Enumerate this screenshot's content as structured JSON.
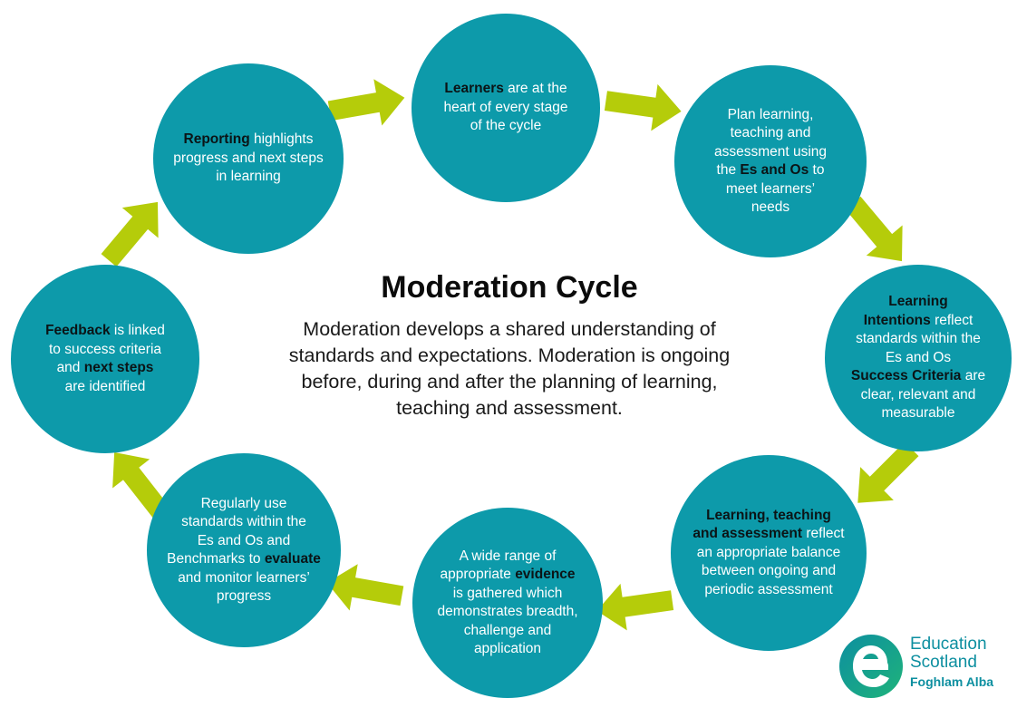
{
  "diagram": {
    "title": "Moderation Cycle",
    "description": "Moderation develops a shared understanding of standards and expectations. Moderation is ongoing before, during and after the planning of learning, teaching and assessment.",
    "colors": {
      "circle": "#0d9aaa",
      "arrow": "#b5cc0a",
      "emphasis_text": "#0b1416",
      "body_text": "#ffffff"
    },
    "nodes": [
      {
        "id": "learners",
        "lines": [
          [
            {
              "b": "Learners"
            },
            {
              "t": " are at the"
            }
          ],
          [
            {
              "t": "heart of every stage"
            }
          ],
          [
            {
              "t": "of the cycle"
            }
          ]
        ]
      },
      {
        "id": "plan",
        "lines": [
          [
            {
              "t": "Plan learning,"
            }
          ],
          [
            {
              "t": "teaching and"
            }
          ],
          [
            {
              "t": "assessment using"
            }
          ],
          [
            {
              "t": "the "
            },
            {
              "b": "Es and Os"
            },
            {
              "t": " to"
            }
          ],
          [
            {
              "t": "meet learners’"
            }
          ],
          [
            {
              "t": "needs"
            }
          ]
        ]
      },
      {
        "id": "intentions",
        "lines": [
          [
            {
              "b": "Learning"
            }
          ],
          [
            {
              "b": "Intentions"
            },
            {
              "t": " reflect"
            }
          ],
          [
            {
              "t": "standards within the"
            }
          ],
          [
            {
              "t": "Es and Os"
            }
          ],
          [
            {
              "b": "Success Criteria"
            },
            {
              "t": " are"
            }
          ],
          [
            {
              "t": "clear, relevant and"
            }
          ],
          [
            {
              "t": "measurable"
            }
          ]
        ]
      },
      {
        "id": "balance",
        "lines": [
          [
            {
              "b": "Learning, teaching"
            }
          ],
          [
            {
              "b": "and assessment"
            },
            {
              "t": " reflect"
            }
          ],
          [
            {
              "t": "an appropriate balance"
            }
          ],
          [
            {
              "t": "between ongoing and"
            }
          ],
          [
            {
              "t": "periodic assessment"
            }
          ]
        ]
      },
      {
        "id": "evidence",
        "lines": [
          [
            {
              "t": "A wide range of"
            }
          ],
          [
            {
              "t": "appropriate "
            },
            {
              "b": "evidence"
            }
          ],
          [
            {
              "t": "is gathered which"
            }
          ],
          [
            {
              "t": "demonstrates breadth,"
            }
          ],
          [
            {
              "t": "challenge and"
            }
          ],
          [
            {
              "t": "application"
            }
          ]
        ]
      },
      {
        "id": "evaluate",
        "lines": [
          [
            {
              "t": "Regularly use"
            }
          ],
          [
            {
              "t": "standards within the"
            }
          ],
          [
            {
              "t": "Es and Os and"
            }
          ],
          [
            {
              "t": "Benchmarks to "
            },
            {
              "b": "evaluate"
            }
          ],
          [
            {
              "t": "and monitor learners’"
            }
          ],
          [
            {
              "t": "progress"
            }
          ]
        ]
      },
      {
        "id": "feedback",
        "lines": [
          [
            {
              "b": "Feedback"
            },
            {
              "t": " is linked"
            }
          ],
          [
            {
              "t": "to success criteria"
            }
          ],
          [
            {
              "t": "and "
            },
            {
              "b": "next steps"
            }
          ],
          [
            {
              "t": "are identified"
            }
          ]
        ]
      },
      {
        "id": "reporting",
        "lines": [
          [
            {
              "b": "Reporting"
            },
            {
              "t": " highlights"
            }
          ],
          [
            {
              "t": "progress and next steps"
            }
          ],
          [
            {
              "t": "in learning"
            }
          ]
        ]
      }
    ]
  },
  "logo": {
    "line1": "Education",
    "line2": "Scotland",
    "line3": "Foghlam Alba",
    "icon": "education-scotland-e-mark",
    "colors": {
      "teal": "#0d8fa0",
      "green": "#1fb37a"
    }
  }
}
